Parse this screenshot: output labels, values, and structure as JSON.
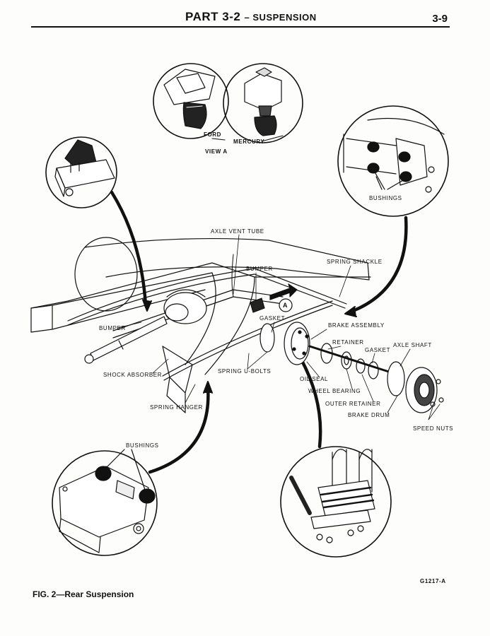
{
  "header": {
    "part": "PART 3-2",
    "section": "– SUSPENSION",
    "page_number": "3-9"
  },
  "labels": {
    "ford": "FORD",
    "mercury": "MERCURY",
    "view_a": "VIEW A",
    "bushings_top": "BUSHINGS",
    "axle_vent_tube": "AXLE VENT TUBE",
    "bumper_top": "BUMPER",
    "spring_shackle": "SPRING SHACKLE",
    "callout_a": "A",
    "gasket_1": "GASKET",
    "brake_assembly": "BRAKE ASSEMBLY",
    "retainer": "RETAINER",
    "gasket_2": "GASKET",
    "axle_shaft": "AXLE SHAFT",
    "bumper_left": "BUMPER",
    "shock_absorber": "SHOCK ABSORBER",
    "spring_u_bolts": "SPRING U-BOLTS",
    "oil_seal": "OIL SEAL",
    "wheel_bearing": "WHEEL BEARING",
    "outer_retainer": "OUTER RETAINER",
    "brake_drum": "BRAKE DRUM",
    "speed_nuts": "SPEED NUTS",
    "spring_hanger": "SPRING HANGER",
    "bushings_bottom": "BUSHINGS"
  },
  "figure": {
    "caption": "FIG. 2—Rear Suspension",
    "code": "G1217-A"
  },
  "colors": {
    "ink": "#111111",
    "paper": "#fdfdfb"
  }
}
